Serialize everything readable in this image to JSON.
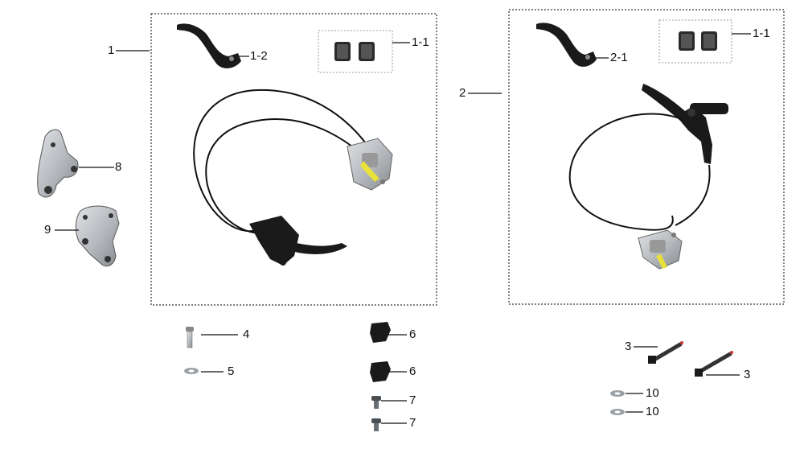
{
  "diagram": {
    "callouts": {
      "c1": "1",
      "c1_1_left": "1-1",
      "c1_2": "1-2",
      "c2": "2",
      "c2_1": "2-1",
      "c1_1_right": "1-1",
      "c8": "8",
      "c9": "9",
      "c4": "4",
      "c5": "5",
      "c6_top": "6",
      "c6_bottom": "6",
      "c7_top": "7",
      "c7_bottom": "7",
      "c3_top": "3",
      "c3_bottom": "3",
      "c10_top": "10",
      "c10_bottom": "10"
    },
    "colors": {
      "line": "#111111",
      "part_dark": "#1a1a1a",
      "part_metal": "#b8bcc0",
      "part_metal_dark": "#7d8287",
      "accent_yellow": "#e8e23a"
    },
    "box_style": "dotted"
  }
}
